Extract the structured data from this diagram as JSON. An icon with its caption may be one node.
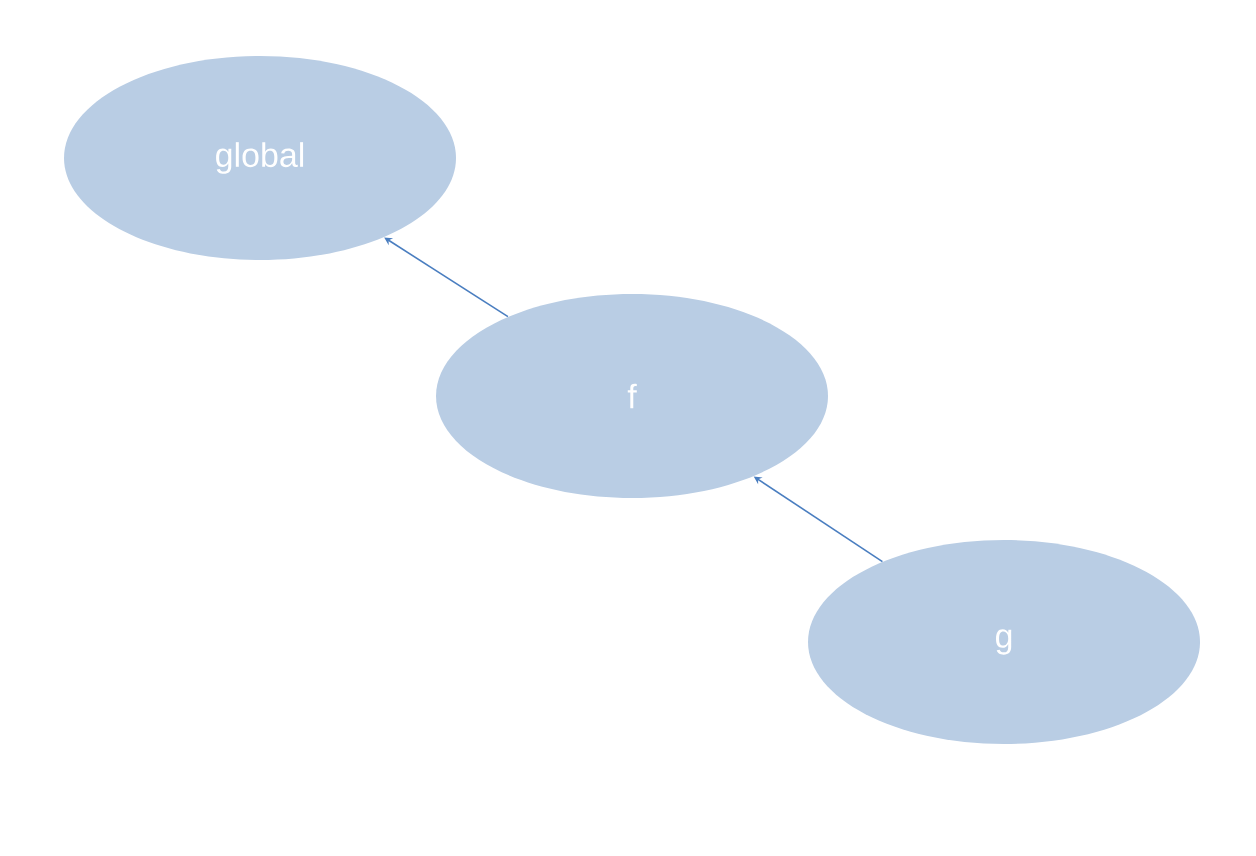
{
  "diagram": {
    "nodes": [
      {
        "text": [
          "global"
        ]
      },
      {
        "text": [
          "f"
        ]
      },
      {
        "text": [
          "g"
        ]
      }
    ],
    "edges": [
      {
        "from": 1,
        "to": 0,
        "arrow": "to"
      },
      {
        "from": 2,
        "to": 1,
        "arrow": "to"
      }
    ]
  }
}
